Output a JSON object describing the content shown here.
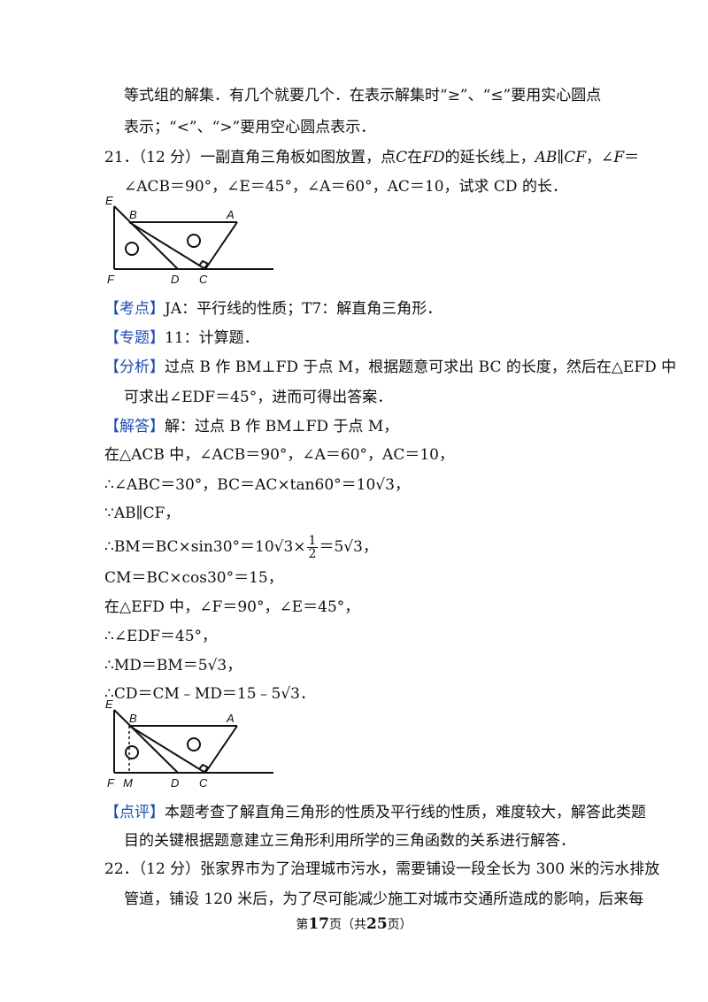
{
  "lines": {
    "l1": "等式组的解集．有几个就要几个．在表示解集时“≥”、“≤”要用实心圆点",
    "l2": "表示；“<”、“>”要用空心圆点表示．",
    "q21_a": "21．（12 分）一副直角三角板如图放置，点",
    "q21_b": "C",
    "q21_c": "在",
    "q21_d": "FD",
    "q21_e": "的延长线上，",
    "q21_f": "AB∥CF",
    "q21_g": "，∠",
    "q21_h": "F",
    "q21_i": "＝",
    "q21_2": "∠ACB＝90°，∠E＝45°，∠A＝60°，AC＝10，试求 CD 的长．",
    "kd_tag": "【考点】",
    "kd_text": "JA：平行线的性质；T7：解直角三角形．",
    "zt_tag": "【专题】",
    "zt_text": "11：计算题．",
    "fx_tag": "【分析】",
    "fx_text": "过点 B 作 BM⊥FD 于点 M，根据题意可求出 BC 的长度，然后在△EFD 中",
    "fx_text2": "可求出∠EDF＝45°，进而可得出答案．",
    "jd_tag": "【解答】",
    "jd_text": "解：过点 B 作 BM⊥FD 于点 M，",
    "s1": "在△ACB 中，∠ACB＝90°，∠A＝60°，AC＝10，",
    "s2": "∴∠ABC＝30°，BC＝AC×tan60°＝10√3，",
    "s3": "∵AB∥CF，",
    "s4a": "∴BM＝BC×sin30°＝10√3×",
    "s4_num": "1",
    "s4_den": "2",
    "s4b": "＝5√3，",
    "s5": "CM＝BC×cos30°＝15，",
    "s6": "在△EFD 中，∠F＝90°，∠E＝45°，",
    "s7": "∴∠EDF＝45°，",
    "s8": "∴MD＝BM＝5√3，",
    "s9": "∴CD＝CM﹣MD＝15﹣5√3．",
    "dp_tag": "【点评】",
    "dp_text": "本题考查了解直角三角形的性质及平行线的性质，难度较大，解答此类题",
    "dp_text2": "目的关键根据题意建立三角形利用所学的三角函数的关系进行解答．",
    "q22_1": "22．（12 分）张家界市为了治理城市污水，需要铺设一段全长为 300 米的污水排放",
    "q22_2": "管道，铺设 120 米后，为了尽可能减少施工对城市交通所造成的影响，后来每"
  },
  "figure1": {
    "E": "E",
    "B": "B",
    "A": "A",
    "F": "F",
    "D": "D",
    "C": "C"
  },
  "figure2": {
    "E": "E",
    "B": "B",
    "A": "A",
    "F": "F",
    "M": "M",
    "D": "D",
    "C": "C"
  },
  "footer": {
    "pre": "第",
    "page": "17",
    "mid": "页（共",
    "total": "25",
    "post": "页）"
  },
  "colors": {
    "tag": "#1f4fb5",
    "text": "#111111"
  }
}
